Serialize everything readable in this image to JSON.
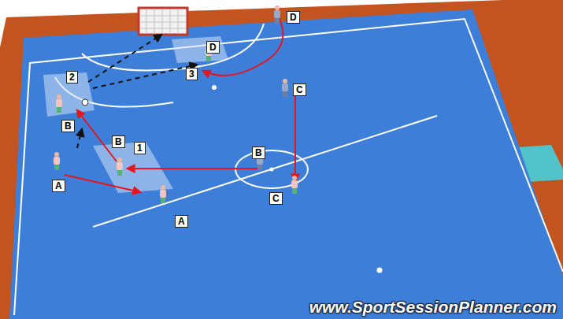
{
  "diagram": {
    "labels": [
      "D",
      "2",
      "D",
      "3",
      "C",
      "B",
      "B",
      "1",
      "B",
      "A",
      "C",
      "A",
      "www.SportSessionPlanner.com"
    ]
  }
}
